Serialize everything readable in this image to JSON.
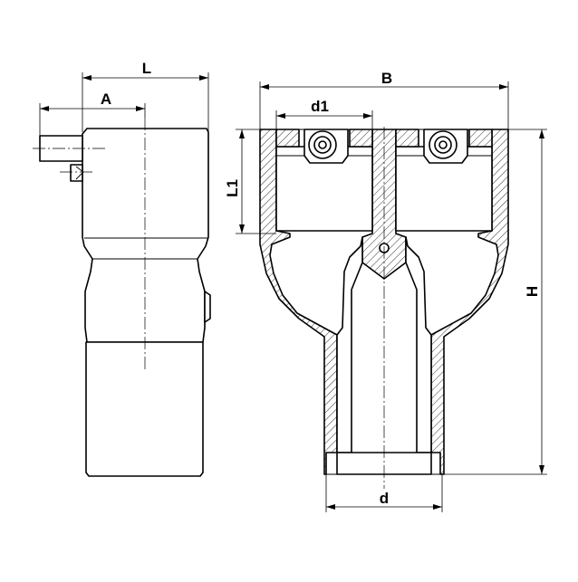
{
  "drawing": {
    "title": "",
    "dimensions": {
      "L": "L",
      "A": "A",
      "B": "B",
      "d1": "d1",
      "L1": "L1",
      "H": "H",
      "d": "d"
    }
  }
}
